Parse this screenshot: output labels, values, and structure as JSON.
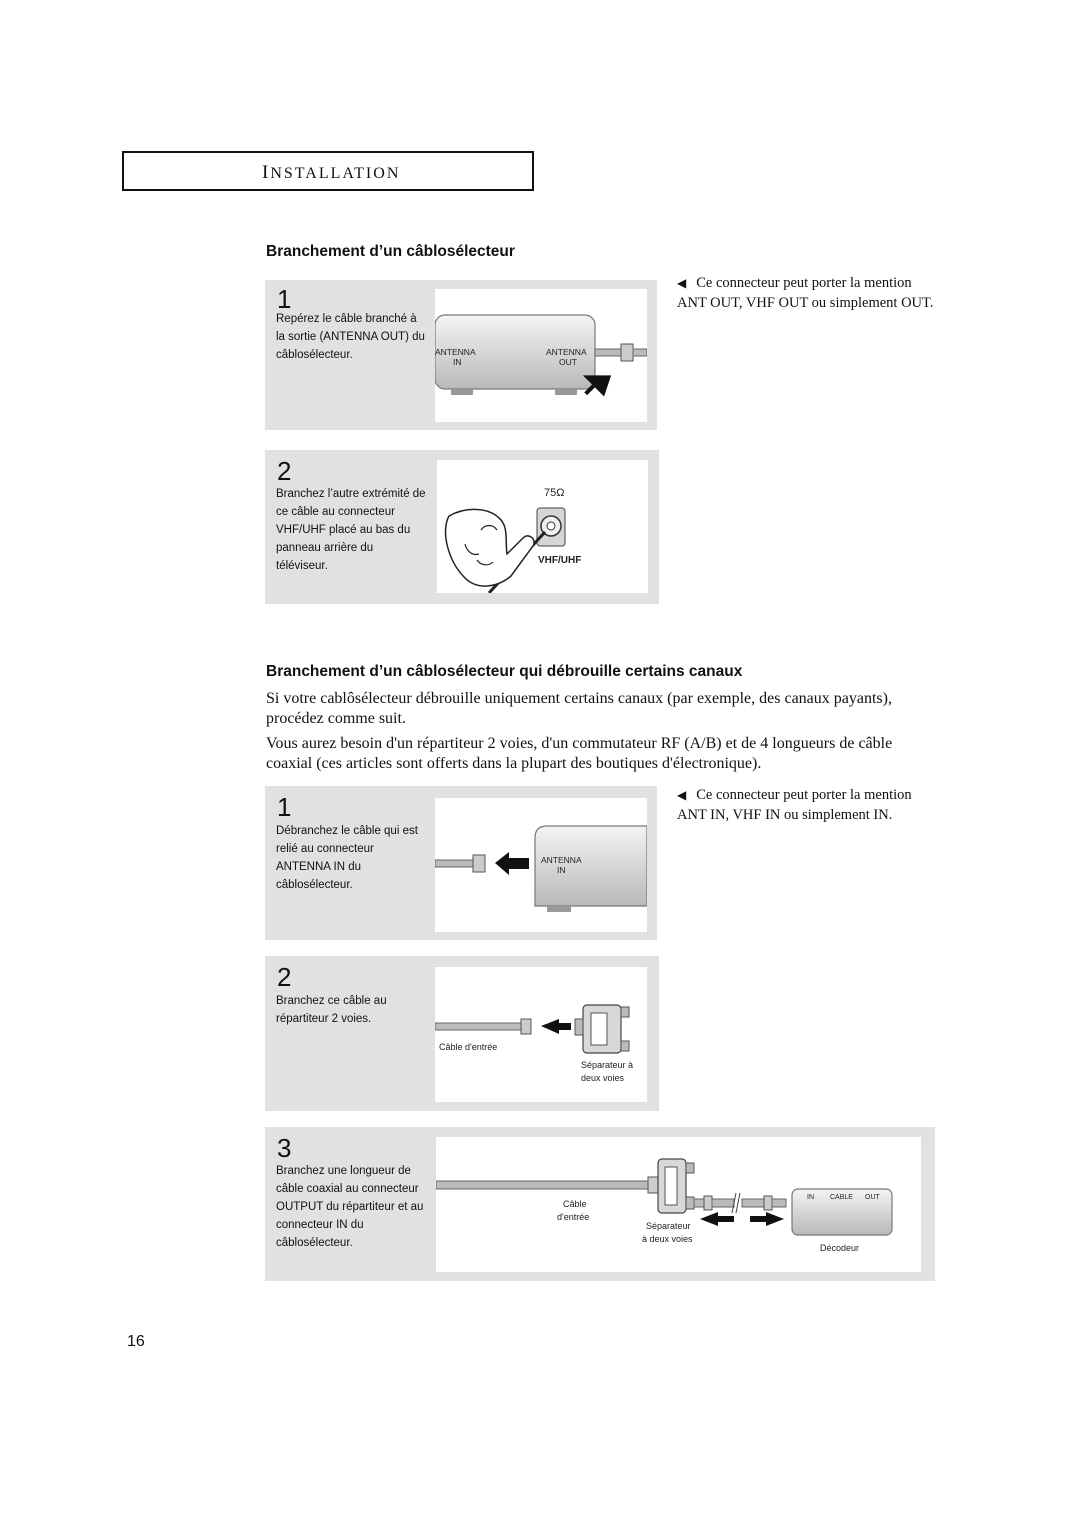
{
  "header": {
    "cap": "I",
    "rest": "NSTALLATION"
  },
  "section1": {
    "title": "Branchement d’un câblosélecteur",
    "note": "Ce connecteur peut porter la mention ANT OUT, VHF OUT ou simplement OUT.",
    "step1": {
      "number": "1",
      "text": "Repérez le câble branché à la sortie (ANTENNA OUT) du câblosélecteur.",
      "label_in_1": "ANTENNA",
      "label_in_2": "IN",
      "label_out_1": "ANTENNA",
      "label_out_2": "OUT"
    },
    "step2": {
      "number": "2",
      "text": "Branchez l’autre extrémité de ce câble au connecteur VHF/UHF placé au bas du panneau arrière du téléviseur.",
      "label_ohm": "75Ω",
      "label_vhf": "VHF/UHF"
    }
  },
  "section2": {
    "title": "Branchement d’un câblosélecteur qui débrouille certains canaux",
    "para1": "Si votre cablôsélecteur débrouille uniquement certains canaux (par exemple, des canaux payants), procédez comme suit.",
    "para2": "Vous aurez besoin d'un répartiteur 2 voies, d'un commutateur RF (A/B) et de 4 longueurs de câble coaxial (ces articles sont offerts dans la plupart des boutiques d'électronique).",
    "note": "Ce connecteur peut porter la mention ANT IN, VHF IN ou simplement IN.",
    "step1": {
      "number": "1",
      "text": "Débranchez le câble qui est relié au connecteur ANTENNA IN du câblosélecteur.",
      "label_1": "ANTENNA",
      "label_2": "IN"
    },
    "step2": {
      "number": "2",
      "text": "Branchez ce câble au répartiteur 2 voies.",
      "label_cable": "Câble d'entrée",
      "label_sep_1": "Séparateur à",
      "label_sep_2": "deux voies"
    },
    "step3": {
      "number": "3",
      "text": "Branchez une longueur de câble coaxial au connecteur OUTPUT du répartiteur et au connecteur IN du câblosélecteur.",
      "label_cable_1": "Câble",
      "label_cable_2": "d'entrée",
      "label_sep_1": "Séparateur",
      "label_sep_2": "à deux voies",
      "label_dec": "Décodeur",
      "label_in": "IN",
      "label_cable_port": "CABLE",
      "label_out": "OUT"
    }
  },
  "page_number": "16"
}
